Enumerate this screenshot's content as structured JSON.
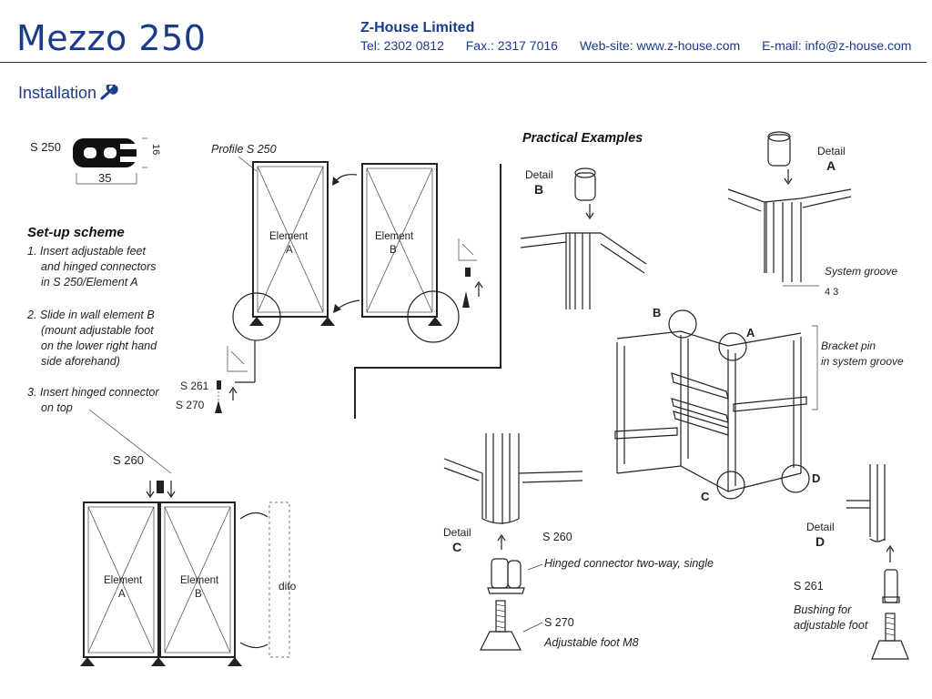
{
  "header": {
    "brand": "Mezzo 250",
    "company": "Z-House Limited",
    "tel": "Tel: 2302 0812",
    "fax": "Fax.: 2317 7016",
    "website": "Web-site: www.z-house.com",
    "email": "E-mail: info@z-house.com"
  },
  "section_title": "Installation",
  "profile": {
    "code": "S 250",
    "height": "16",
    "width": "35",
    "profile_label": "Profile S 250"
  },
  "setup": {
    "title": "Set-up scheme",
    "step1": [
      "1. Insert adjustable feet",
      "and hinged connectors",
      "in S 250/Element A"
    ],
    "step2": [
      "2. Slide in wall element B",
      "(mount adjustable foot",
      "on the lower right hand",
      "side aforehand)"
    ],
    "step3": [
      "3. Insert hinged connector",
      "on top"
    ]
  },
  "elements": {
    "element_word": "Element",
    "a": "A",
    "b": "B",
    "dito": "dito"
  },
  "parts": {
    "s261": "S 261",
    "s270": "S 270",
    "s260": "S 260"
  },
  "practical": {
    "title": "Practical Examples",
    "detail": "Detail",
    "b": "B",
    "a": "A",
    "c": "C",
    "d": "D",
    "system_groove": "System groove",
    "groove_dim": "4 3",
    "bracket_pin": [
      "Bracket pin",
      "in system groove"
    ],
    "s260_desc": "Hinged connector two-way, single",
    "s270_desc": "Adjustable foot M8",
    "s261_desc": [
      "Bushing for",
      "adjustable foot"
    ]
  }
}
